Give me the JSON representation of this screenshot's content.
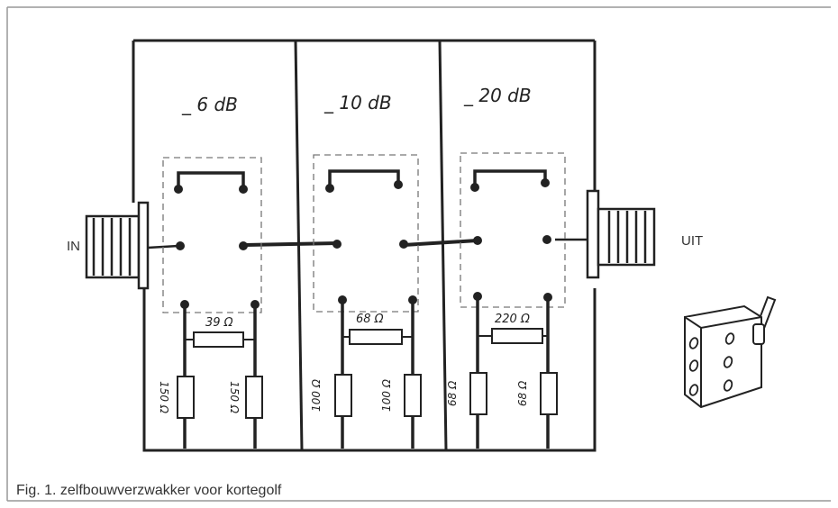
{
  "figure": {
    "connector_in_label": "IN",
    "connector_out_label": "UIT",
    "caption": "Fig. 1. zelfbouwverzwakker voor kortegolf"
  },
  "sections": [
    {
      "attenuation": "_ 6 dB",
      "series_resistor": "39 Ω",
      "shunt_left": "150 Ω",
      "shunt_right": "150 Ω"
    },
    {
      "attenuation": "_ 10 dB",
      "series_resistor": "68 Ω",
      "shunt_left": "100 Ω",
      "shunt_right": "100 Ω"
    },
    {
      "attenuation": "_ 20 dB",
      "series_resistor": "220 Ω",
      "shunt_left": "68 Ω",
      "shunt_right": "68 Ω"
    }
  ],
  "colors": {
    "ink": "#222222",
    "dash": "#777777",
    "border": "#999999"
  },
  "icons": [
    "bnc-connector-icon",
    "toggle-switch-icon"
  ]
}
